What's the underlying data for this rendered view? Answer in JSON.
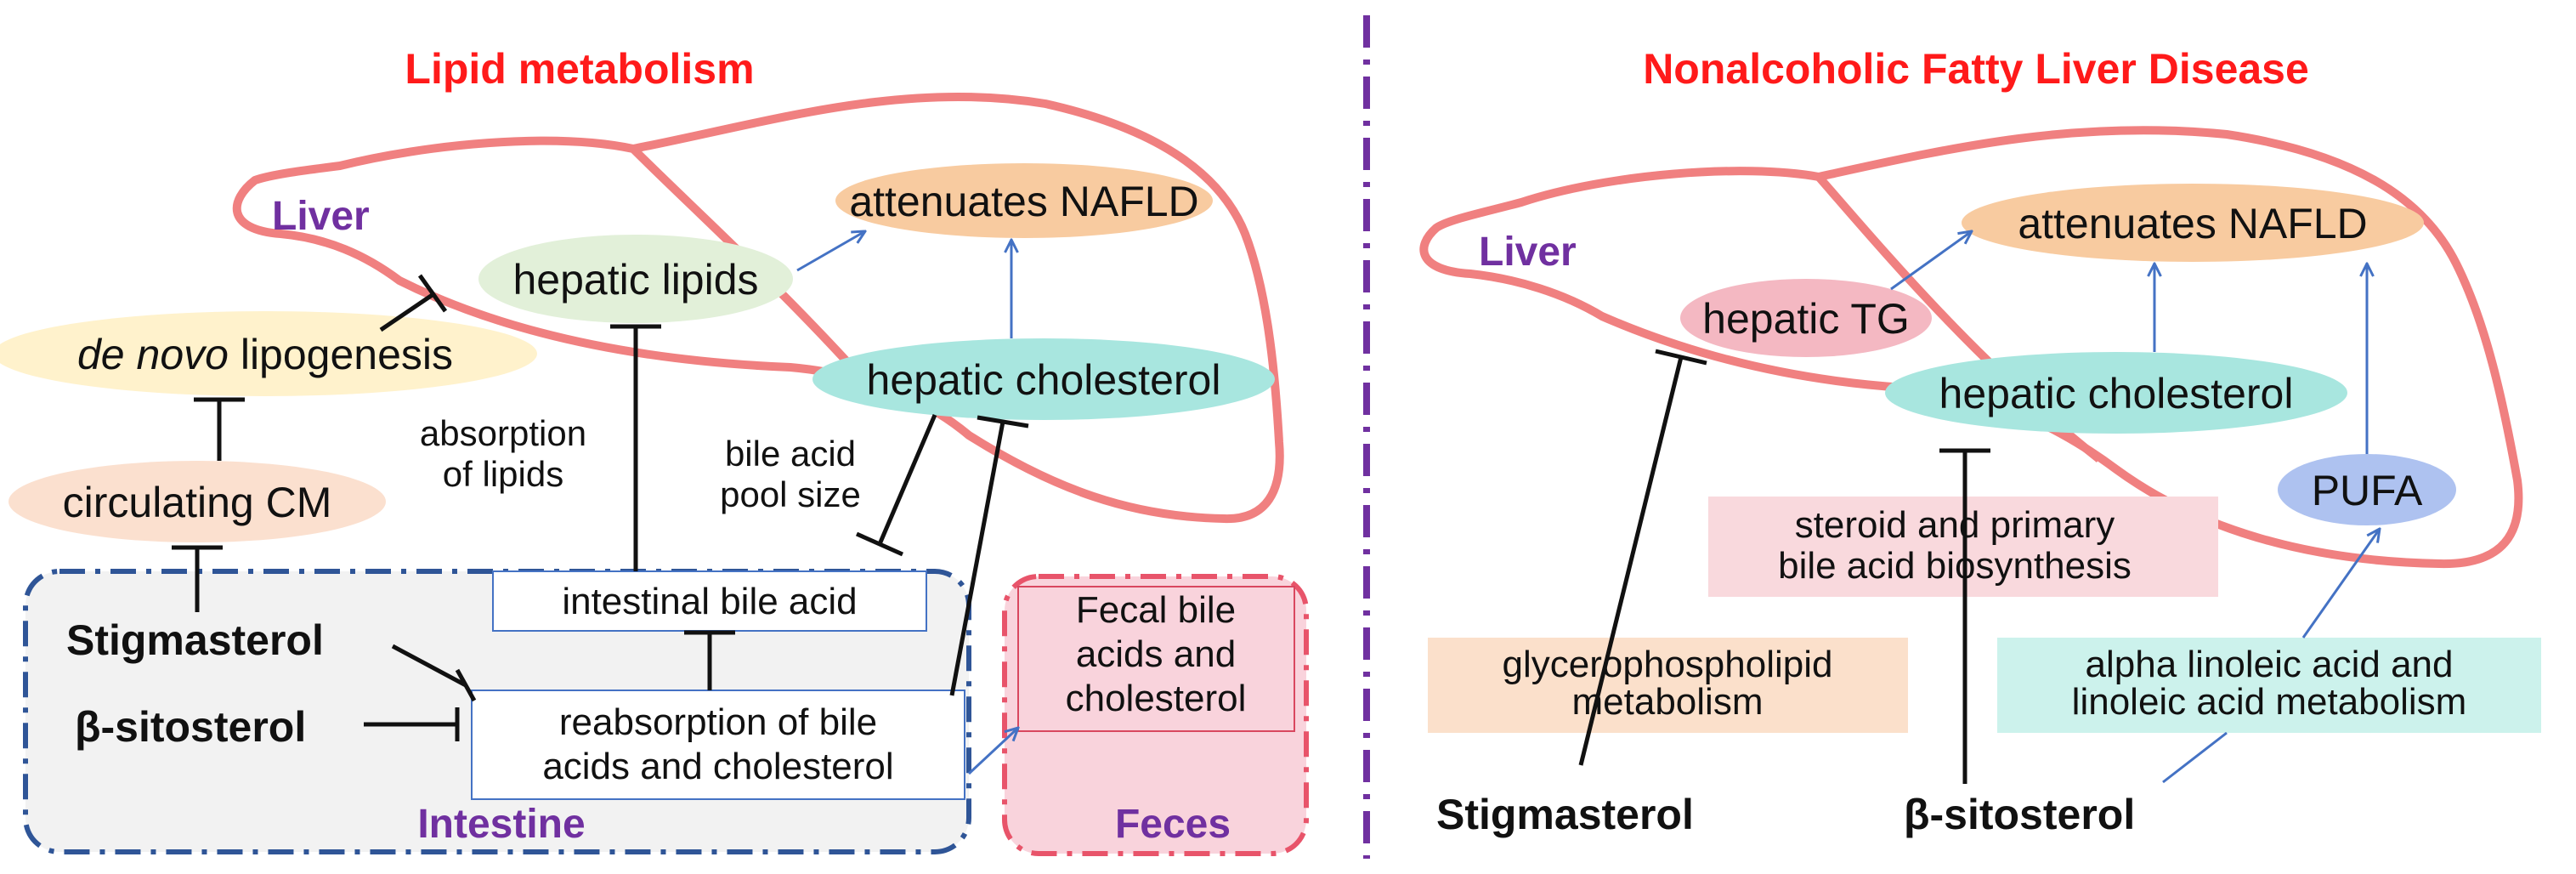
{
  "left_panel": {
    "title": "Lipid metabolism",
    "liver_label": "Liver",
    "intestine_label": "Intestine",
    "feces_label": "Feces",
    "nodes": {
      "attenuates": "attenuates NAFLD",
      "hepatic_lipids": "hepatic lipids",
      "de_novo_italic": "de novo",
      "de_novo_rest": " lipogenesis",
      "hepatic_cholesterol": "hepatic cholesterol",
      "circulating_cm": "circulating CM",
      "intestinal_bile_acid": "intestinal bile acid",
      "reabsorption_line1": "reabsorption of bile",
      "reabsorption_line2": "acids and cholesterol",
      "fecal_line1": "Fecal bile",
      "fecal_line2": "acids and",
      "fecal_line3": "cholesterol"
    },
    "annotations": {
      "absorption_line1": "absorption",
      "absorption_line2": "of lipids",
      "bile_pool_line1": "bile acid",
      "bile_pool_line2": "pool size"
    },
    "compounds": {
      "stigmasterol": "Stigmasterol",
      "sitosterol": "β-sitosterol"
    }
  },
  "right_panel": {
    "title": "Nonalcoholic Fatty Liver Disease",
    "liver_label": "Liver",
    "nodes": {
      "attenuates": "attenuates NAFLD",
      "hepatic_tg": "hepatic TG",
      "hepatic_cholesterol": "hepatic cholesterol",
      "pufa": "PUFA"
    },
    "pathways": {
      "steroid_line1": "steroid and primary",
      "steroid_line2": "bile acid biosynthesis",
      "glycero_line1": "glycerophospholipid",
      "glycero_line2": "metabolism",
      "alpha_line1": "alpha linoleic acid and",
      "alpha_line2": "linoleic acid metabolism"
    },
    "compounds": {
      "stigmasterol": "Stigmasterol",
      "sitosterol": "β-sitosterol"
    }
  },
  "colors": {
    "title": "#ff1a1a",
    "organ_label": "#7030a0",
    "liver_outline": "#f08080",
    "divider": "#7030a0",
    "activation_arrow": "#4472c4",
    "inhibition": "#111111",
    "nafld_fill": "#f8cba0",
    "lipids_fill": "#e2f0d9",
    "de_novo_fill": "#fff2cc",
    "cholesterol_fill": "#a8e6df",
    "circulating_fill": "#fbe0cf",
    "intestine_fill": "#f2f2f2",
    "intestine_border": "#2f5597",
    "feces_fill": "#f9d3dc",
    "feces_border": "#e8546a",
    "tg_fill": "#f4b8c2",
    "pufa_fill": "#aec2f0",
    "steroid_fill": "#f9d9dd",
    "glycero_fill": "#fbe0cb",
    "alpha_fill": "#ccf2ec"
  }
}
